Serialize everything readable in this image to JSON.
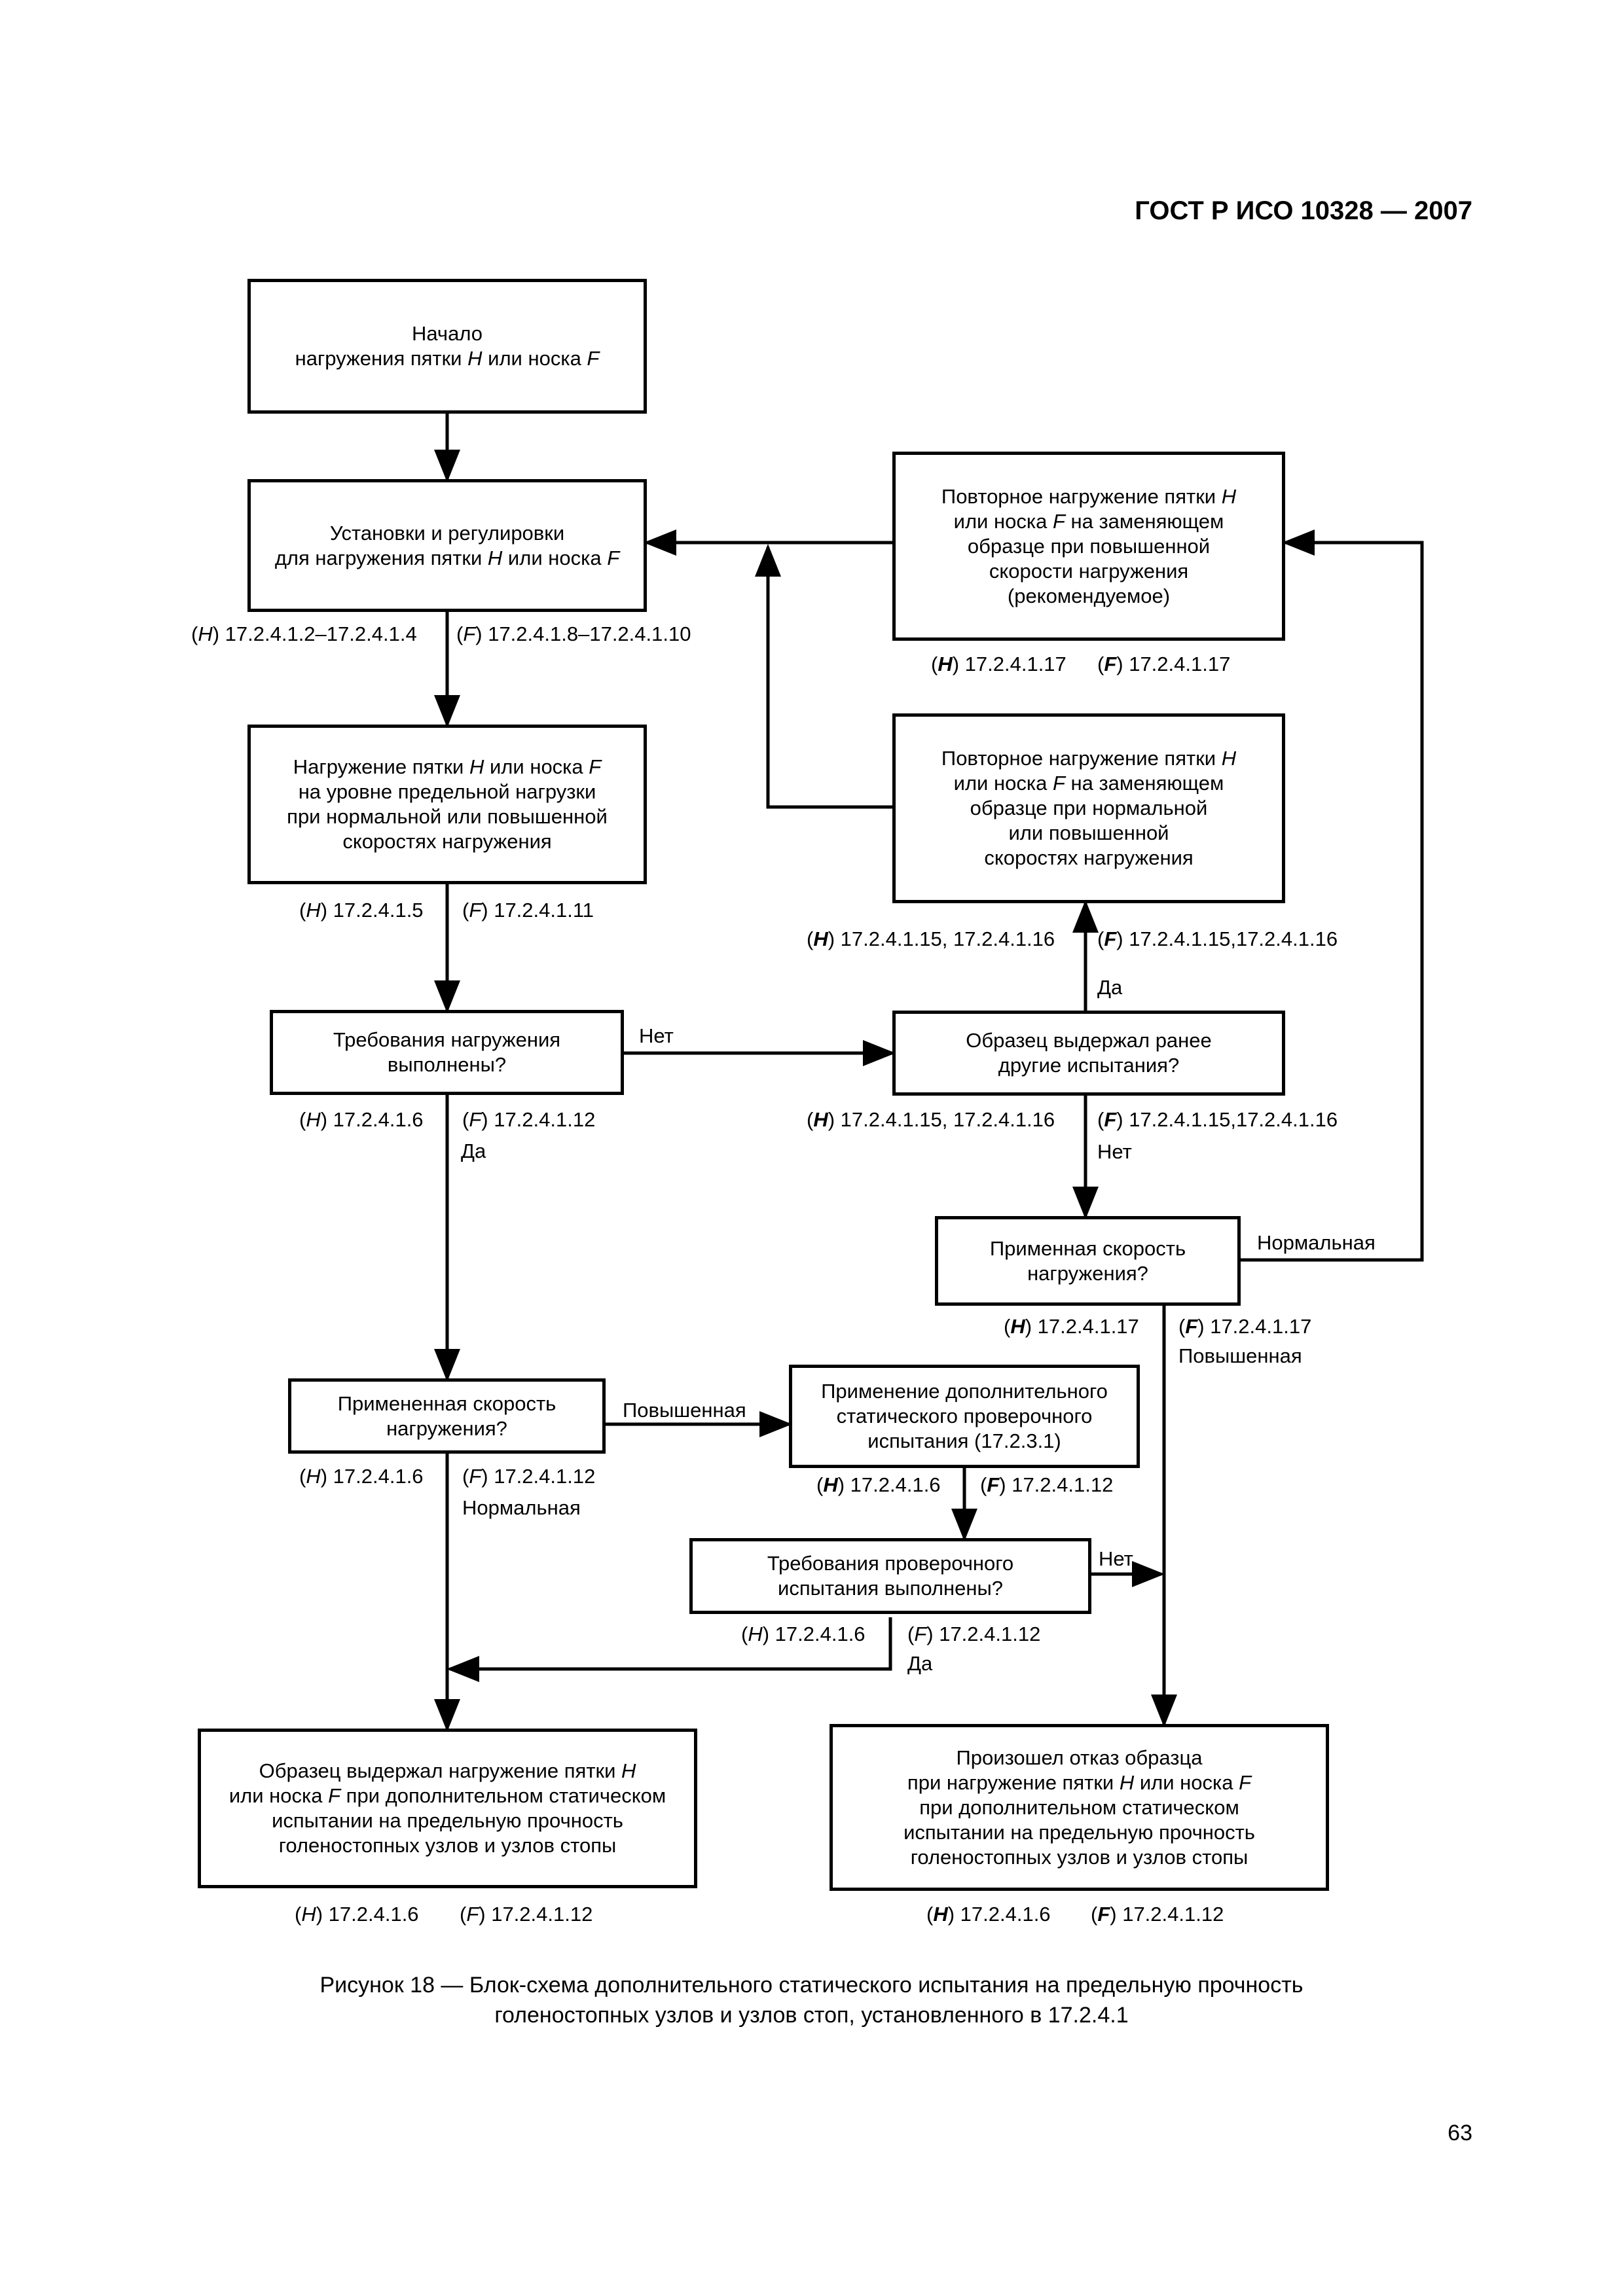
{
  "header": {
    "standard": "ГОСТ Р ИСО 10328 — 2007"
  },
  "boxes": {
    "start": [
      "Начало",
      "нагружения пятки <i>H</i> или носка <i>F</i>"
    ],
    "setup": [
      "Установки и регулировки",
      "для нагружения пятки <i>H</i> или носка <i>F</i>"
    ],
    "load": [
      "Нагружение пятки <i>H</i> или носка <i>F</i>",
      "на уровне предельной нагрузки",
      "при нормальной или повышенной",
      "скоростях нагружения"
    ],
    "req_met": [
      "Требования нагружения",
      "выполнены?"
    ],
    "speed_left": [
      "Примененная скорость",
      "нагружения?"
    ],
    "passed_final": [
      "Образец выдержал нагружение пятки <i>H</i>",
      "или носка <i>F</i> при дополнительном статическом",
      "испытании на предельную прочность",
      "голеностопных узлов и узлов стопы"
    ],
    "repeat_high": [
      "Повторное нагружение пятки <i>H</i>",
      "или носка <i>F</i> на заменяющем",
      "образце при повышенной",
      "скорости нагружения",
      "(рекомендуемое)"
    ],
    "repeat_normal": [
      "Повторное нагружение пятки <i>H</i>",
      "или носка <i>F</i> на заменяющем",
      "образце при нормальной",
      "или повышенной",
      "скоростях нагружения"
    ],
    "passed_before": [
      "Образец выдержал ранее",
      "другие испытания?"
    ],
    "speed_right": [
      "Применная скорость",
      "нагружения?"
    ],
    "additional": [
      "Применение дополнительного",
      "статического проверочного",
      "испытания (17.2.3.1)"
    ],
    "check_req": [
      "Требования проверочного",
      "испытания выполнены?"
    ],
    "failed_final": [
      "Произошел отказ образца",
      "при нагружение пятки <i>H</i> или носка <i>F</i>",
      "при дополнительном статическом",
      "испытании на предельную прочность",
      "голеностопных узлов и узлов стопы"
    ]
  },
  "refs": {
    "setup_h": "(<i>H</i>) 17.2.4.1.2–17.2.4.1.4",
    "setup_f": "(<i>F</i>) 17.2.4.1.8–17.2.4.1.10",
    "load_h": "(<i>H</i>) 17.2.4.1.5",
    "load_f": "(<i>F</i>) 17.2.4.1.11",
    "req_h": "(<i>H</i>) 17.2.4.1.6",
    "req_f": "(<i>F</i>) 17.2.4.1.12",
    "speedl_h": "(<i>H</i>) 17.2.4.1.6",
    "speedl_f": "(<i>F</i>) 17.2.4.1.12",
    "passed_h": "(<i>H</i>) 17.2.4.1.6",
    "passed_f": "(<i>F</i>) 17.2.4.1.12",
    "rhigh_h": "(<b><i>H</i></b>) 17.2.4.1.17",
    "rhigh_f": "(<b><i>F</i></b>) 17.2.4.1.17",
    "rnorm_h": "(<b><i>H</i></b>) 17.2.4.1.15, 17.2.4.1.16",
    "rnorm_f": "(<b><i>F</i></b>) 17.2.4.1.15,17.2.4.1.16",
    "pbefore_h": "(<b><i>H</i></b>) 17.2.4.1.15, 17.2.4.1.16",
    "pbefore_f": "(<b><i>F</i></b>) 17.2.4.1.15,17.2.4.1.16",
    "speedr_h": "(<b><i>H</i></b>) 17.2.4.1.17",
    "speedr_f": "(<b><i>F</i></b>) 17.2.4.1.17",
    "add_h": "(<b><i>H</i></b>) 17.2.4.1.6",
    "add_f": "(<b><i>F</i></b>) 17.2.4.1.12",
    "check_h": "(<i>H</i>) 17.2.4.1.6",
    "check_f": "(<i>F</i>) 17.2.4.1.12",
    "failed_h": "(<b><i>H</i></b>) 17.2.4.1.6",
    "failed_f": "(<b><i>F</i></b>) 17.2.4.1.12"
  },
  "edge_labels": {
    "no_1": "Нет",
    "yes_1": "Да",
    "yes_2": "Да",
    "no_2": "Нет",
    "normal_right": "Нормальная",
    "elevated_right": "Повышенная",
    "elevated_left": "Повышенная",
    "normal_left": "Нормальная",
    "no_3": "Нет",
    "yes_3": "Да"
  },
  "caption": [
    "Рисунок 18 — Блок-схема дополнительного статического испытания на предельную прочность",
    "голеностопных узлов и узлов стоп, установленного в 17.2.4.1"
  ],
  "page_number": "63"
}
